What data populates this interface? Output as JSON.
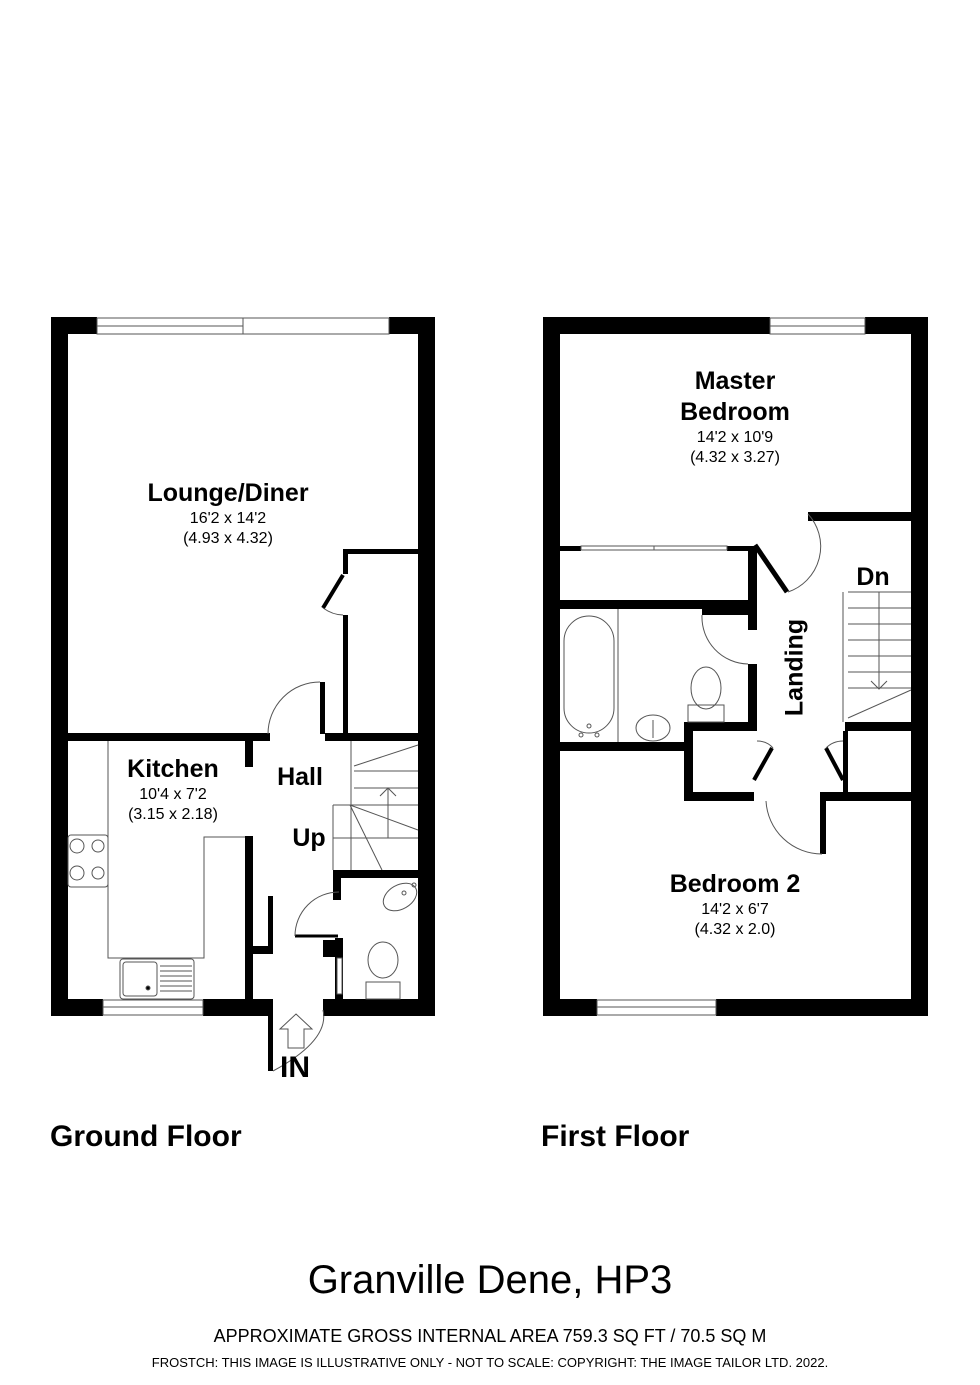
{
  "property": {
    "title": "Granville Dene, HP3",
    "gross_area": "APPROXIMATE GROSS INTERNAL AREA 759.3 SQ FT / 70.5 SQ M",
    "disclaimer": "FROSTCH: THIS IMAGE IS ILLUSTRATIVE ONLY - NOT TO SCALE: COPYRIGHT: THE IMAGE TAILOR LTD. 2022."
  },
  "floors": [
    {
      "name": "Ground Floor",
      "rooms": [
        {
          "name": "Lounge/Diner",
          "imperial": "16'2 x 14'2",
          "metric": "(4.93 x 4.32)"
        },
        {
          "name": "Kitchen",
          "imperial": "10'4 x 7'2",
          "metric": "(3.15 x 2.18)"
        },
        {
          "name": "Hall"
        }
      ],
      "markers": {
        "stairs": "Up",
        "entrance": "IN"
      }
    },
    {
      "name": "First Floor",
      "rooms": [
        {
          "name_line1": "Master",
          "name_line2": "Bedroom",
          "imperial": "14'2 x 10'9",
          "metric": "(4.32 x 3.27)"
        },
        {
          "name": "Landing"
        },
        {
          "name": "Bedroom 2",
          "imperial": "14'2 x 6'7",
          "metric": "(4.32 x 2.0)"
        }
      ],
      "markers": {
        "stairs": "Dn"
      }
    }
  ],
  "colors": {
    "wall": "#000000",
    "background": "#ffffff",
    "fixture_line": "#555555"
  }
}
